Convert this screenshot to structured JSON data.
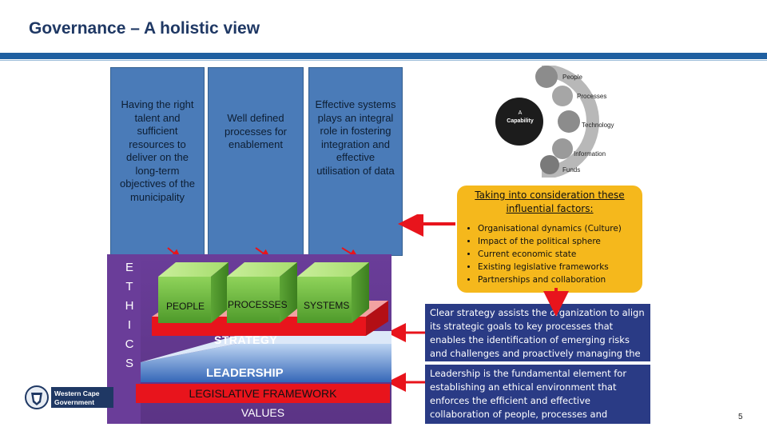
{
  "slide": {
    "title": "Governance – A holistic view",
    "page_number": "5"
  },
  "columns": {
    "people": "Having the right talent and sufficient resources to deliver on the long-term objectives of the municipality",
    "processes": "Well defined processes for enablement",
    "systems": "Effective systems plays an integral role in fostering integration and effective utilisation of data"
  },
  "ethics": {
    "letters": [
      "E",
      "T",
      "H",
      "I",
      "C",
      "S"
    ]
  },
  "house": {
    "cube_people": "PEOPLE",
    "cube_processes": "PROCESSES",
    "cube_systems": "SYSTEMS",
    "strategy": "STRATEGY",
    "leadership": "LEADERSHIP",
    "legislative": "LEGISLATIVE FRAMEWORK",
    "values": "VALUES"
  },
  "logo": {
    "line1": "Western Cape",
    "line2": "Government"
  },
  "capability_graphic": {
    "center_label_line1": "A",
    "center_label_line2": "Capability",
    "items": [
      "People",
      "Processes",
      "Technology",
      "Information",
      "Funds"
    ]
  },
  "factors": {
    "heading": "Taking into consideration these influential factors:",
    "items": [
      "Organisational dynamics (Culture)",
      "Impact of the political sphere",
      "Current economic state",
      "Existing legislative frameworks",
      "Partnerships and collaboration"
    ]
  },
  "strategy_note": "Clear strategy assists the organization to align its strategic goals to key processes that enables the identification of emerging risks and challenges and proactively managing the risks.",
  "leadership_note": "Leadership is the fundamental element for establishing an ethical environment that enforces the efficient and effective collaboration of people, processes and systems in order to achieve goals."
}
